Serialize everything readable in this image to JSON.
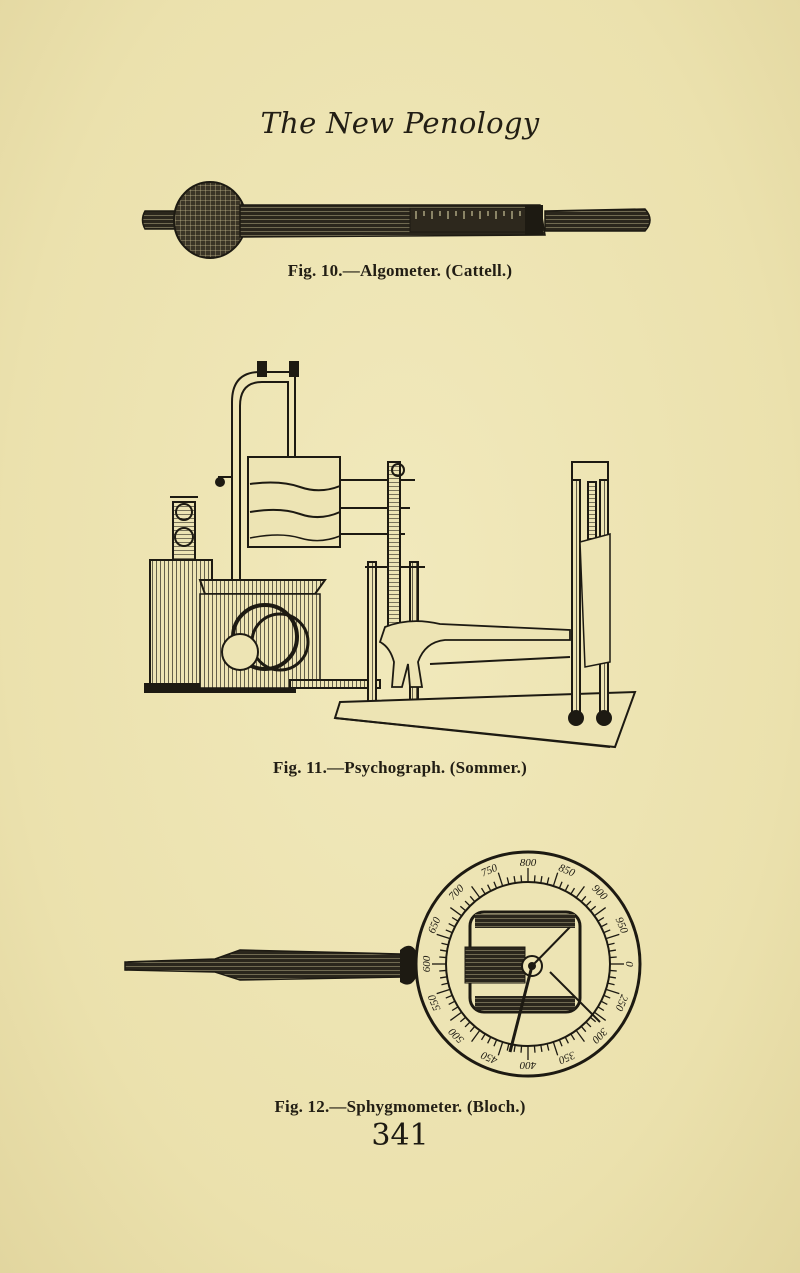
{
  "page": {
    "running_head": "The New Penology",
    "page_number": "341"
  },
  "figures": [
    {
      "id": "fig10",
      "caption": "Fig. 10.—Algometer. (Cattell.)"
    },
    {
      "id": "fig11",
      "caption": "Fig. 11.—Psychograph. (Sommer.)"
    },
    {
      "id": "fig12",
      "caption": "Fig. 12.—Sphygmometer. (Bloch.)",
      "dial_labels": [
        "800",
        "750",
        "700",
        "650",
        "600",
        "550",
        "500",
        "450",
        "400",
        "350",
        "300",
        "250",
        "0",
        "950",
        "900",
        "850"
      ]
    }
  ]
}
